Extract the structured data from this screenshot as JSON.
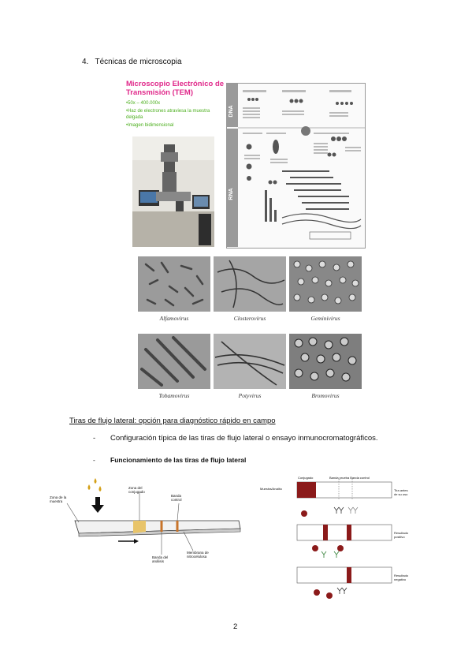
{
  "section4": {
    "number": "4.",
    "title": "Técnicas de microscopia"
  },
  "tem": {
    "title": "Microscopio Electrónico de Transmisión (TEM)",
    "bullets": [
      "•50x – 400.000x",
      "•Haz de electrones atraviesa la muestra delgada",
      "•Imagen bidimensional"
    ]
  },
  "taxonomy": {
    "dna_label": "DNA",
    "rna_label": "RNA"
  },
  "micrographs": [
    {
      "name": "Alfamovirus"
    },
    {
      "name": "Closterovirus"
    },
    {
      "name": "Geminivirus"
    },
    {
      "name": "Tobamovirus"
    },
    {
      "name": "Potyvirus"
    },
    {
      "name": "Bromovirus"
    }
  ],
  "lateral_flow": {
    "section_title": "Tiras de flujo lateral: opción para diagnóstico rápido en campo",
    "bullet1_marker": "-",
    "bullet1": "Configuración típica de las tiras de flujo lateral o ensayo inmunocromatográficos.",
    "bullet2_marker": "-",
    "bullet2": "Funcionamiento de las tiras de flujo lateral",
    "left_labels": {
      "zona_muestra": "Zona de la muestra",
      "zona_conjugado": "Zona del conjugado",
      "banda_control": "Banda control",
      "banda_analisis": "Banda del análisis",
      "membrana": "Membrana de nitrocelulosa"
    },
    "right_labels": {
      "conjugado": "Conjugado",
      "banda_prueba_control": "Banda prueba  Banda control",
      "muestra": "Muestra/Analito",
      "tira_antes": "Tira antes de su uso",
      "positivo": "Resultado positivo",
      "negativo": "Resultado negativo"
    }
  },
  "page_number": "2",
  "colors": {
    "tem_title": "#e0288a",
    "tem_bullets": "#4caf1e",
    "band": "#8b1a1a",
    "drop": "#d4a017"
  }
}
